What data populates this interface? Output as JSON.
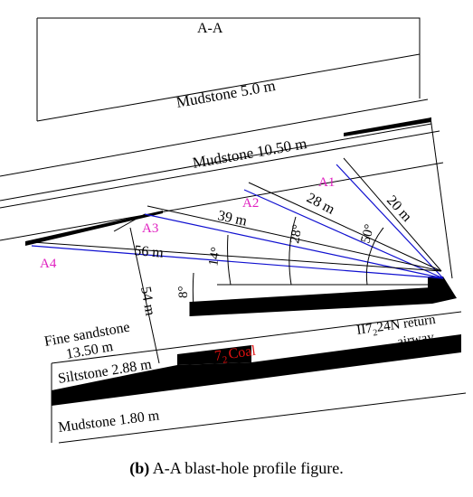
{
  "section_title": "A-A",
  "layers": {
    "mudstone_top": "Mudstone 5.0 m",
    "mudstone_mid": "Mudstone 10.50 m",
    "fine_sandstone_name": "Fine sandstone",
    "fine_sandstone_thickness": "13.50 m",
    "siltstone": "Siltstone 2.88 m",
    "mudstone_bottom": "Mudstone 1.80 m",
    "coal_prefix": "7",
    "coal_sub": "2",
    "coal_word": "Coal"
  },
  "airway": {
    "line1_a": "II7",
    "line1_sub": "2",
    "line1_b": "24N return",
    "line2": "airway"
  },
  "holes": [
    {
      "id": "A1",
      "length": "20 m",
      "angle": "50°"
    },
    {
      "id": "A2",
      "length": "28 m",
      "angle": "28°"
    },
    {
      "id": "A3",
      "length": "39 m",
      "angle": "14°"
    },
    {
      "id": "A4",
      "length": "56 m",
      "angle": "8°"
    }
  ],
  "vertical_distance": "54 m",
  "caption": {
    "tag": "(b)",
    "text": " A-A blast-hole profile figure."
  },
  "colors": {
    "hole_line": "#1010d0",
    "hole_label": "#e020c0",
    "coal_label": "#e01010"
  }
}
